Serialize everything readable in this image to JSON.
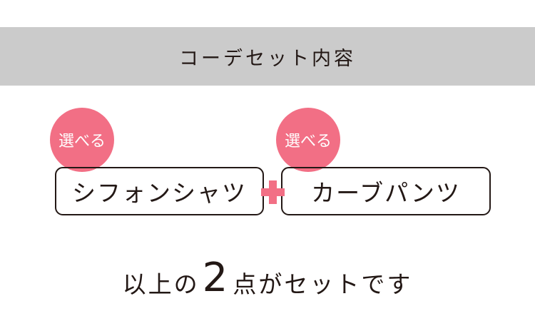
{
  "header": {
    "title": "コーデセット内容"
  },
  "items": [
    {
      "badge": "選べる",
      "name": "シフォンシャツ"
    },
    {
      "badge": "選べる",
      "name": "カーブパンツ"
    }
  ],
  "summary": {
    "prefix": "以上の",
    "count": "2",
    "suffix": "点がセットです"
  },
  "colors": {
    "accent": "#f26f85",
    "band": "#cbcbcb",
    "text": "#231815"
  }
}
